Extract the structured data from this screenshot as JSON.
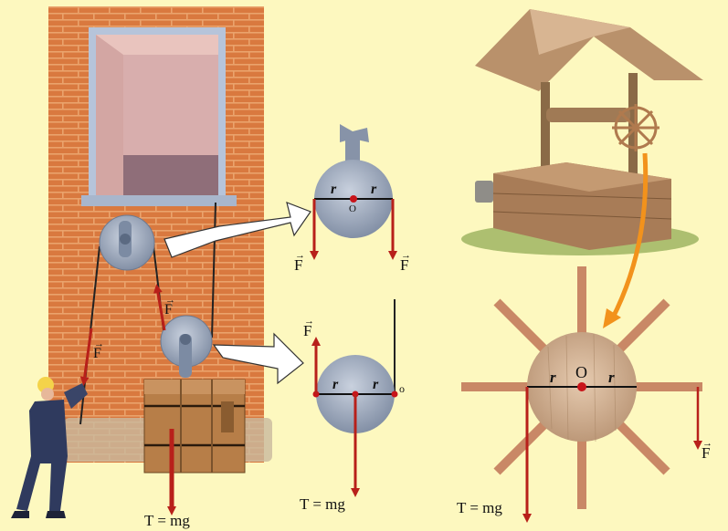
{
  "colors": {
    "background": "#fdf8bf",
    "brick": "#d9793f",
    "mortar": "#eaa36c",
    "force_arrow": "#b8201a",
    "radius_line": "#111111",
    "pivot": "#c8141a",
    "pulley": "#9aa6b8",
    "wheel_wood": "#d8b89a",
    "spokes": "#c98866",
    "orange_arrow": "#f2921c",
    "window_frame": "#b6c4da"
  },
  "labels": {
    "force": "F",
    "radius": "r",
    "pivot": "O",
    "pivot_small": "o",
    "tension": "T = mg"
  },
  "icons": [
    "worker-figure",
    "crate",
    "well-with-wheel",
    "window",
    "arrow-pointer"
  ]
}
